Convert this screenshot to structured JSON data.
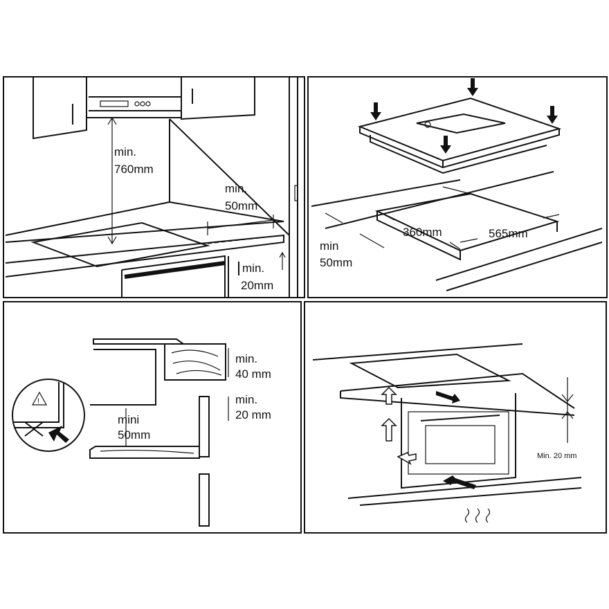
{
  "panel_hood": {
    "height_label_1": "min.",
    "height_label_2": "760mm",
    "side_label_1": "min.",
    "side_label_2": "50mm",
    "bottom_label_1": "min.",
    "bottom_label_2": "20mm"
  },
  "panel_cutout": {
    "depth_label": "360mm",
    "width_label": "565mm",
    "edge_label_1": "min",
    "edge_label_2": "50mm"
  },
  "panel_section": {
    "worktop_label_1": "min.",
    "worktop_label_2": "40 mm",
    "side_label_1": "min.",
    "side_label_2": "20 mm",
    "gap_label_1": "mini",
    "gap_label_2": "50mm"
  },
  "panel_oven": {
    "gap_label": "Min. 20 mm"
  }
}
